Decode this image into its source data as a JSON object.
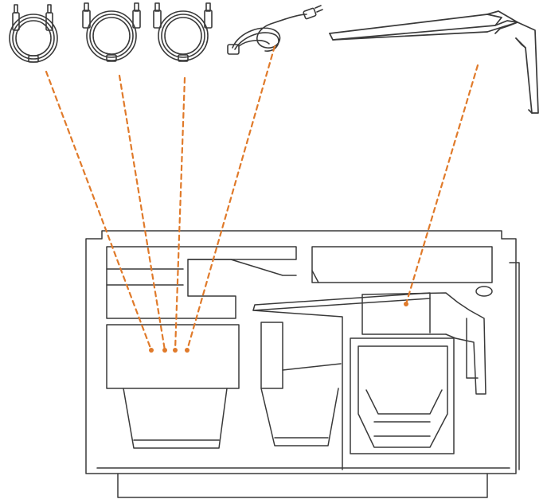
{
  "colors": {
    "line": "#3a3a3a",
    "guide": "#e07a2a",
    "background": "#ffffff",
    "cable_fill": "#f6f6f6"
  },
  "diagram": {
    "items": [
      {
        "id": "cable-1",
        "icon": "coiled-cable-icon"
      },
      {
        "id": "cable-2",
        "icon": "coiled-cable-icon"
      },
      {
        "id": "cable-3",
        "icon": "coiled-cable-icon"
      },
      {
        "id": "power-cord",
        "icon": "power-cord-icon"
      },
      {
        "id": "monitor-stand",
        "icon": "monitor-stand-icon"
      }
    ],
    "container": {
      "icon": "foam-packaging-tray-icon"
    }
  }
}
